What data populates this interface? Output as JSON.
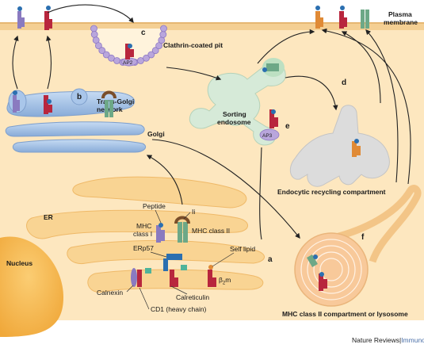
{
  "labels": {
    "clathrin_coated_pit": "Clathrin-coated pit",
    "plasma_membrane_line1": "Plasma",
    "plasma_membrane_line2": "membrane",
    "trans_golgi_line1": "Trans-Golgi",
    "trans_golgi_line2": "network",
    "golgi": "Golgi",
    "sorting_endosome_line1": "Sorting",
    "sorting_endosome_line2": "endosome",
    "endocytic_recycling_compartment": "Endocytic recycling compartment",
    "er": "ER",
    "nucleus": "Nucleus",
    "peptide": "Peptide",
    "ii": "Ii",
    "mhc_class_i_line1": "MHC",
    "mhc_class_i_line2": "class I",
    "mhc_class_ii": "MHC class II",
    "erp57": "ERp57",
    "self_lipid": "Self lipid",
    "beta2m": "β",
    "beta2m_sub": "2",
    "beta2m_m": "m",
    "calnexin": "Calnexin",
    "calreticulin": "Calreticulin",
    "cd1_heavy_chain": "CD1 (heavy chain)",
    "mhc_class_ii_compartment": "MHC class II compartment or lysosome",
    "ap2": "AP2",
    "ap3": "AP3"
  },
  "panel_letters": {
    "a": "a",
    "b": "b",
    "c": "c",
    "d": "d",
    "e": "e",
    "f": "f"
  },
  "credit": {
    "journal": "Nature Reviews",
    "separator": " | ",
    "section": "Immunology"
  },
  "colors": {
    "cell_fill": "#fde7bf",
    "membrane": "#f0c88a",
    "er_fill": "#f9d493",
    "nucleus": "#f5b347",
    "golgi": "#a9c6ea",
    "endosome": "#d6ead8",
    "recycling": "#dcdcdc",
    "ap_coat": "#b9a6dc",
    "cd1_red": "#b8263d",
    "mhc1_purple": "#8a7ac0",
    "mhc2_green": "#6da887",
    "peptide_blue": "#2b6fb0",
    "lipid_orange": "#e08a36"
  }
}
